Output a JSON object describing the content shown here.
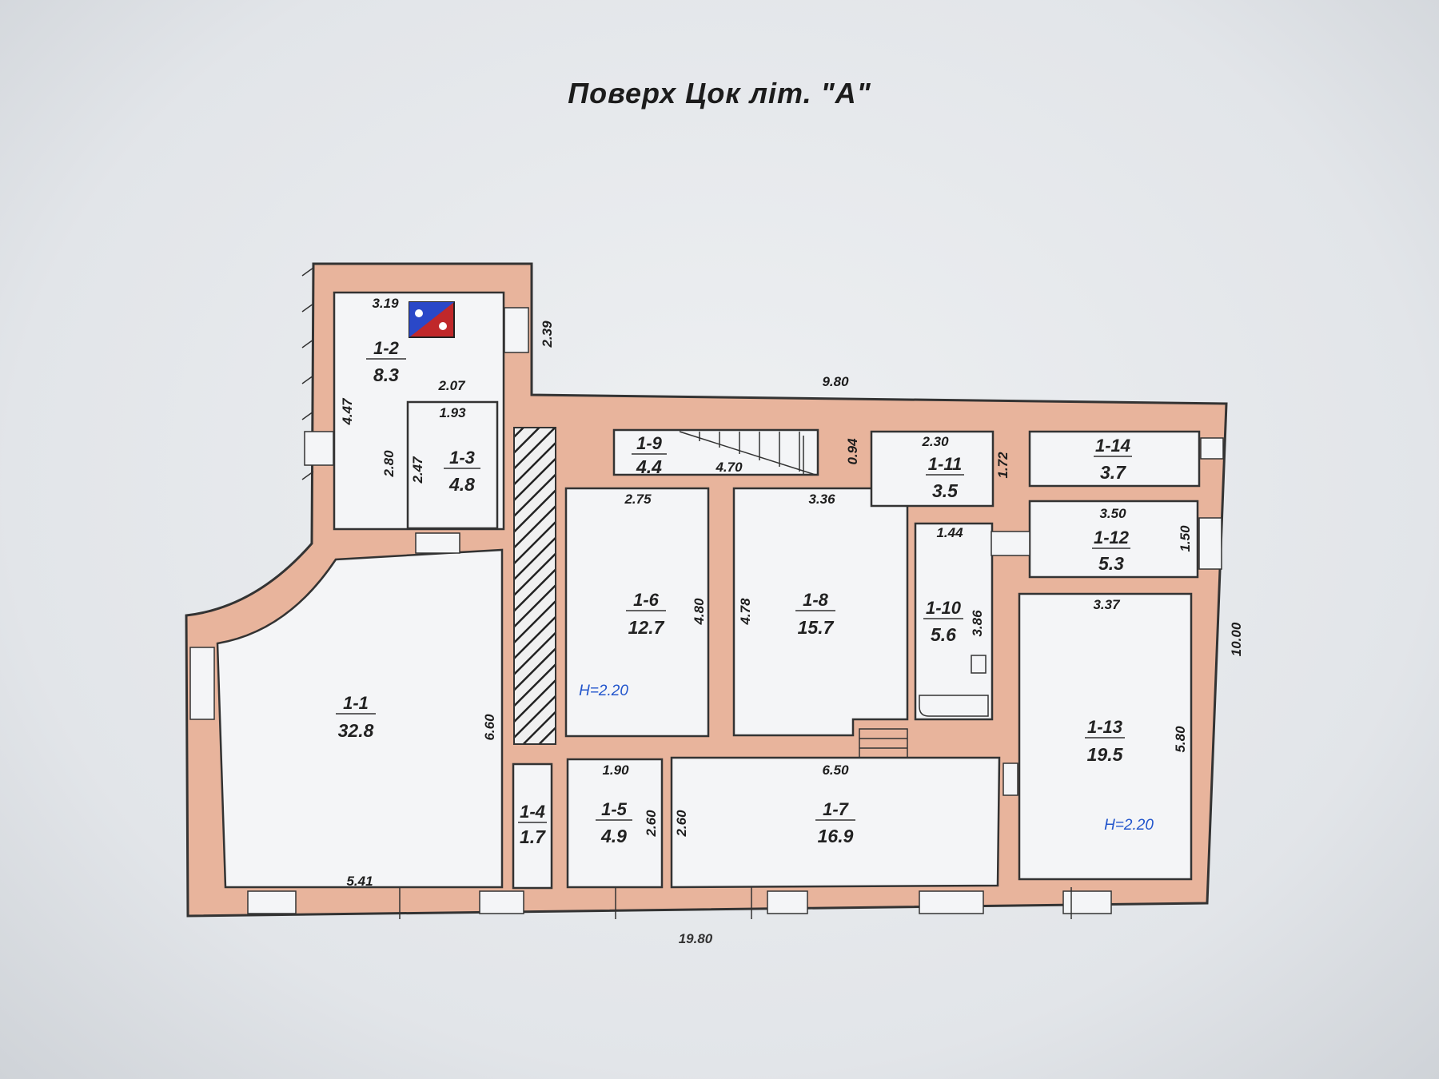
{
  "title": "Поверх Цок літ. \"А\"",
  "colors": {
    "wall": "#e8b49c",
    "wall_stroke": "#333333",
    "room_fill": "#f4f5f7",
    "text_red": "#c0282a",
    "height_blue": "#2255cc"
  },
  "rooms": [
    {
      "id": "1-1",
      "area": "32.8"
    },
    {
      "id": "1-2",
      "area": "8.3"
    },
    {
      "id": "1-3",
      "area": "4.8"
    },
    {
      "id": "1-4",
      "area": "1.7"
    },
    {
      "id": "1-5",
      "area": "4.9"
    },
    {
      "id": "1-6",
      "area": "12.7"
    },
    {
      "id": "1-7",
      "area": "16.9"
    },
    {
      "id": "1-8",
      "area": "15.7"
    },
    {
      "id": "1-9",
      "area": "4.4"
    },
    {
      "id": "1-10",
      "area": "5.6"
    },
    {
      "id": "1-11",
      "area": "3.5"
    },
    {
      "id": "1-12",
      "area": "5.3"
    },
    {
      "id": "1-13",
      "area": "19.5"
    },
    {
      "id": "1-14",
      "area": "3.7"
    }
  ],
  "dimensions": [
    "3.19",
    "4.47",
    "2.07",
    "2.39",
    "1.93",
    "2.80",
    "2.47",
    "9.80",
    "2.75",
    "4.70",
    "0.94",
    "2.30",
    "1.72",
    "3.36",
    "1.44",
    "3.50",
    "1.50",
    "4.80",
    "4.78",
    "3.86",
    "3.37",
    "10.00",
    "6.60",
    "1.90",
    "6.50",
    "5.80",
    "2.60",
    "2.60",
    "5.41",
    "19.80"
  ],
  "heights": [
    "H=2.20",
    "H=2.20"
  ]
}
